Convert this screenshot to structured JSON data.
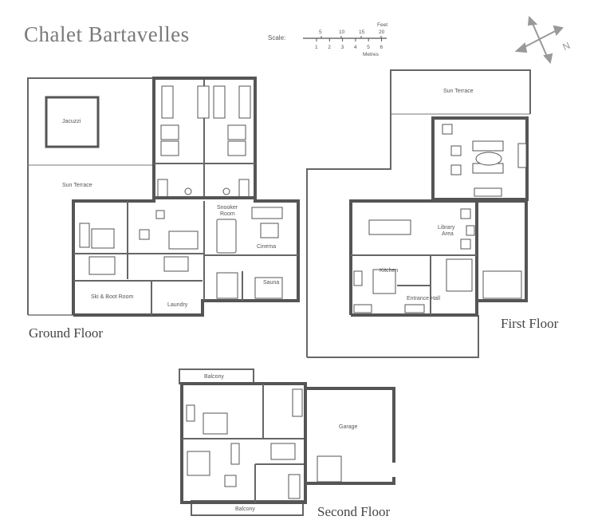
{
  "title": "Chalet Bartavelles",
  "scale": {
    "label": "Scale:",
    "feet_label": "Feet",
    "metres_label": "Metres",
    "feet_ticks": [
      "5",
      "10",
      "15",
      "20"
    ],
    "metre_ticks": [
      "1",
      "2",
      "3",
      "4",
      "5",
      "6"
    ]
  },
  "compass": {
    "north": "N"
  },
  "floors": {
    "ground": "Ground Floor",
    "first": "First Floor",
    "second": "Second Floor"
  },
  "rooms": {
    "jacuzzi": "Jacuzzi",
    "sun_terrace_ground": "Sun Terrace",
    "snooker_1": "Snooker",
    "snooker_2": "Room",
    "cinema": "Cinema",
    "sauna": "Sauna",
    "ski_boot": "Ski & Boot Room",
    "laundry": "Laundry",
    "sun_terrace_first": "Sun Terrace",
    "library_1": "Library",
    "library_2": "Area",
    "kitchen": "Kitchen",
    "entrance_hall": "Entrance Hall",
    "balcony_top": "Balcony",
    "balcony_bottom": "Balcony",
    "garage": "Garage"
  }
}
